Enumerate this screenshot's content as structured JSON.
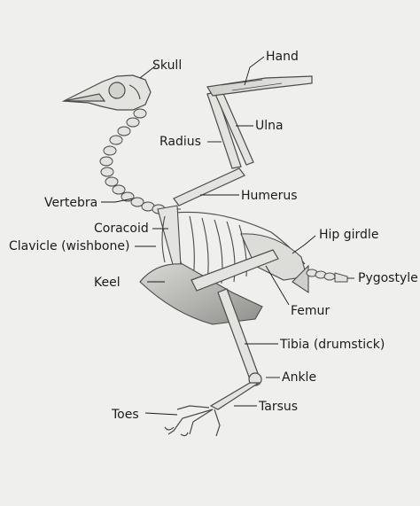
{
  "diagram": {
    "labels": {
      "skull": "Skull",
      "hand": "Hand",
      "ulna": "Ulna",
      "radius": "Radius",
      "humerus": "Humerus",
      "vertebra": "Vertebra",
      "coracoid": "Coracoid",
      "clavicle": "Clavicle (wishbone)",
      "hip_girdle": "Hip girdle",
      "keel": "Keel",
      "pygostyle": "Pygostyle",
      "femur": "Femur",
      "tibia": "Tibia (drumstick)",
      "ankle": "Ankle",
      "tarsus": "Tarsus",
      "toes": "Toes"
    },
    "colors": {
      "paper": "#efefed",
      "ink": "#1b1b1b",
      "bone_stroke": "#4a4a4a",
      "bone_fill": "#e3e3e0",
      "keel_shade": "#a9a9a6"
    }
  }
}
